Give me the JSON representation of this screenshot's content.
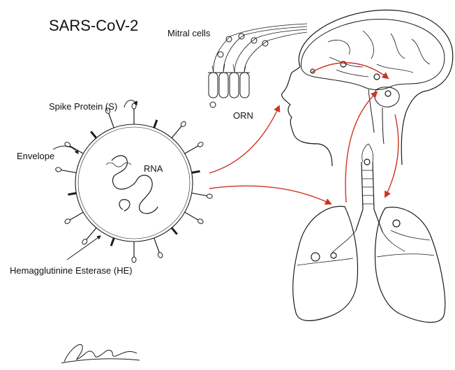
{
  "title": "SARS-CoV-2",
  "labels": {
    "mitral_cells": "Mitral cells",
    "orn": "ORN",
    "spike_protein": "Spike Protein (S)",
    "envelope": "Envelope",
    "rna": "RNA",
    "hemagglutinine_esterase": "Hemagglutinine Esterase (HE)"
  },
  "colors": {
    "ink": "#1a1a1a",
    "arrow": "#cc3322"
  }
}
